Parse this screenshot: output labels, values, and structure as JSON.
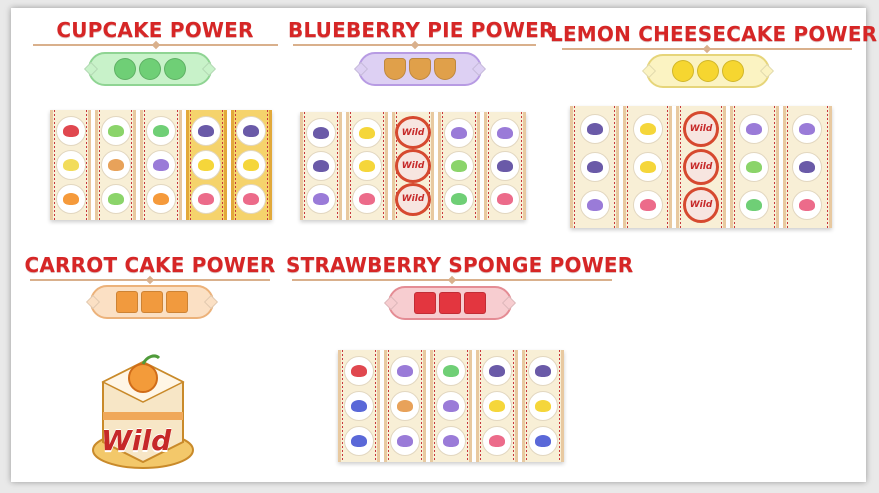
{
  "panels": [
    {
      "title": "CUPCAKE POWER",
      "icon": "cupcake-icon"
    },
    {
      "title": "BLUEBERRY PIE POWER",
      "icon": "blueberry-pie-icon"
    },
    {
      "title": "LEMON CHEESECAKE POWER",
      "icon": "lemon-cheesecake-icon"
    },
    {
      "title": "CARROT CAKE POWER",
      "icon": "carrot-cake-icon"
    },
    {
      "title": "STRAWBERRY SPONGE POWER",
      "icon": "strawberry-sponge-icon"
    }
  ],
  "wild_label": "Wild",
  "colors": {
    "title_red": "#d62626",
    "reel_cream": "#f8efd6",
    "reel_gold": "#f5d36c",
    "cupcake_green": "#9fe2a3",
    "blueberry_purple": "#c9b6ea",
    "lemon_yellow": "#f5e9a6",
    "carrot_orange": "#f6c58d",
    "strawberry_pink": "#f2a9ae"
  }
}
